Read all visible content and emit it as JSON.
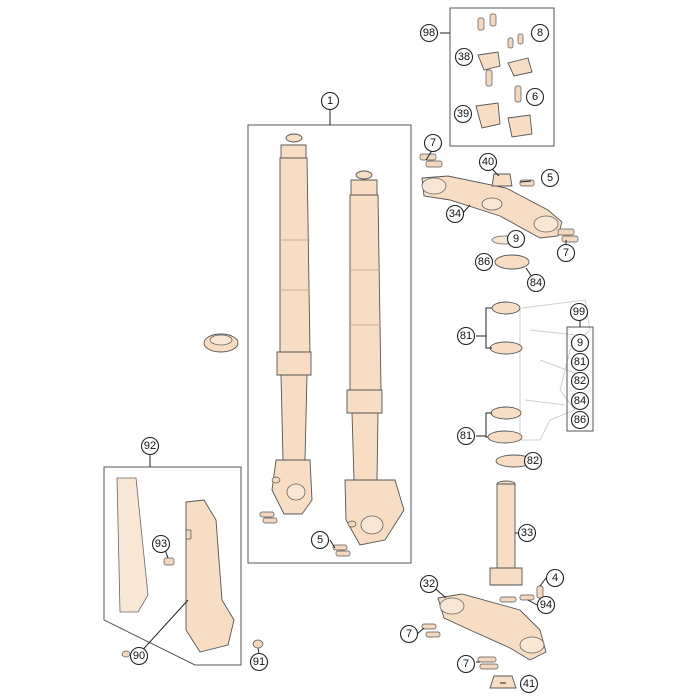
{
  "callouts": {
    "c1": "1",
    "c98": "98",
    "c8": "8",
    "c38": "38",
    "c6": "6",
    "c39": "39",
    "c7a": "7",
    "c40": "40",
    "c5a": "5",
    "c34": "34",
    "c9a": "9",
    "c7b": "7",
    "c86a": "86",
    "c84a": "84",
    "c81a": "81",
    "c99": "99",
    "c9b": "9",
    "c81b": "81",
    "c82b": "82",
    "c84b": "84",
    "c86b": "86",
    "c81c": "81",
    "c82a": "82",
    "c33": "33",
    "c92": "92",
    "c93": "93",
    "c5b": "5",
    "c4": "4",
    "c32": "32",
    "c94": "94",
    "c7c": "7",
    "c90": "90",
    "c91": "91",
    "c7d": "7",
    "c41": "41"
  },
  "colors": {
    "part_fill": "#f6ddc4",
    "line": "#222222",
    "frame": "#cfcfcf"
  }
}
